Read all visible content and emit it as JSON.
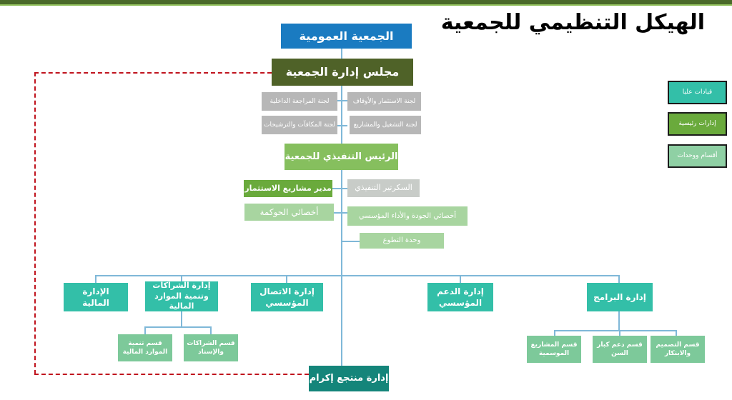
{
  "title": "الهيكل التنظيمي للجمعية",
  "general_assembly": "الجمعية العمومية",
  "board": "مجلس إدارة الجمعية",
  "committees": {
    "investment": "لجنة الاستثمار والأوقاف",
    "internal_audit": "لجنة المراجعة الداخلية",
    "operations": "لجنة التشغيل والمشاريع",
    "rewards": "لجنة المكافآت والترشيحات"
  },
  "ceo": "الرئيس التنفيذي للجمعية",
  "staff": {
    "exec_secretary": "السكرتير التنفيذي",
    "investment_manager": "مدير مشاريع الاستثمار",
    "governance_specialist": "أخصائي الحوكمة",
    "quality_specialist": "أخصائي الجودة والأداء المؤسسي",
    "volunteer_unit": "وحدة التطوع"
  },
  "departments": {
    "finance": "الإدارة المالية",
    "partnerships": "إدارة الشراكات وتنمية الموارد المالية",
    "communication": "إدارة الاتصال المؤسسي",
    "support": "إدارة الدعم المؤسسي",
    "programs": "إدارة البرامج"
  },
  "sections": {
    "financial_resources": "قسم تنمية الموارد المالية",
    "partnerships_support": "قسم الشراكات والإسناد",
    "seasonal_projects": "قسم المشاريع الموسمية",
    "elderly_support": "قسم دعم كبار السن",
    "design_innovation": "قسم التصميم والابتكار"
  },
  "ekram": "إدارة منتجع إكرام",
  "legend": {
    "senior": "قيادات عليا",
    "main": "إدارات رئيسية",
    "units": "أقسام ووحدات"
  },
  "colors": {
    "blue": "#1a7bc1",
    "olive": "#4f6228",
    "grey": "#b7b7b7",
    "green": "#6aaa3c",
    "light_green": "#a8d5a0",
    "teal": "#33bfa8",
    "mint": "#7dc99a",
    "dark_teal": "#14857a",
    "connector": "#7fb8d8",
    "dashed": "#c0141e"
  }
}
